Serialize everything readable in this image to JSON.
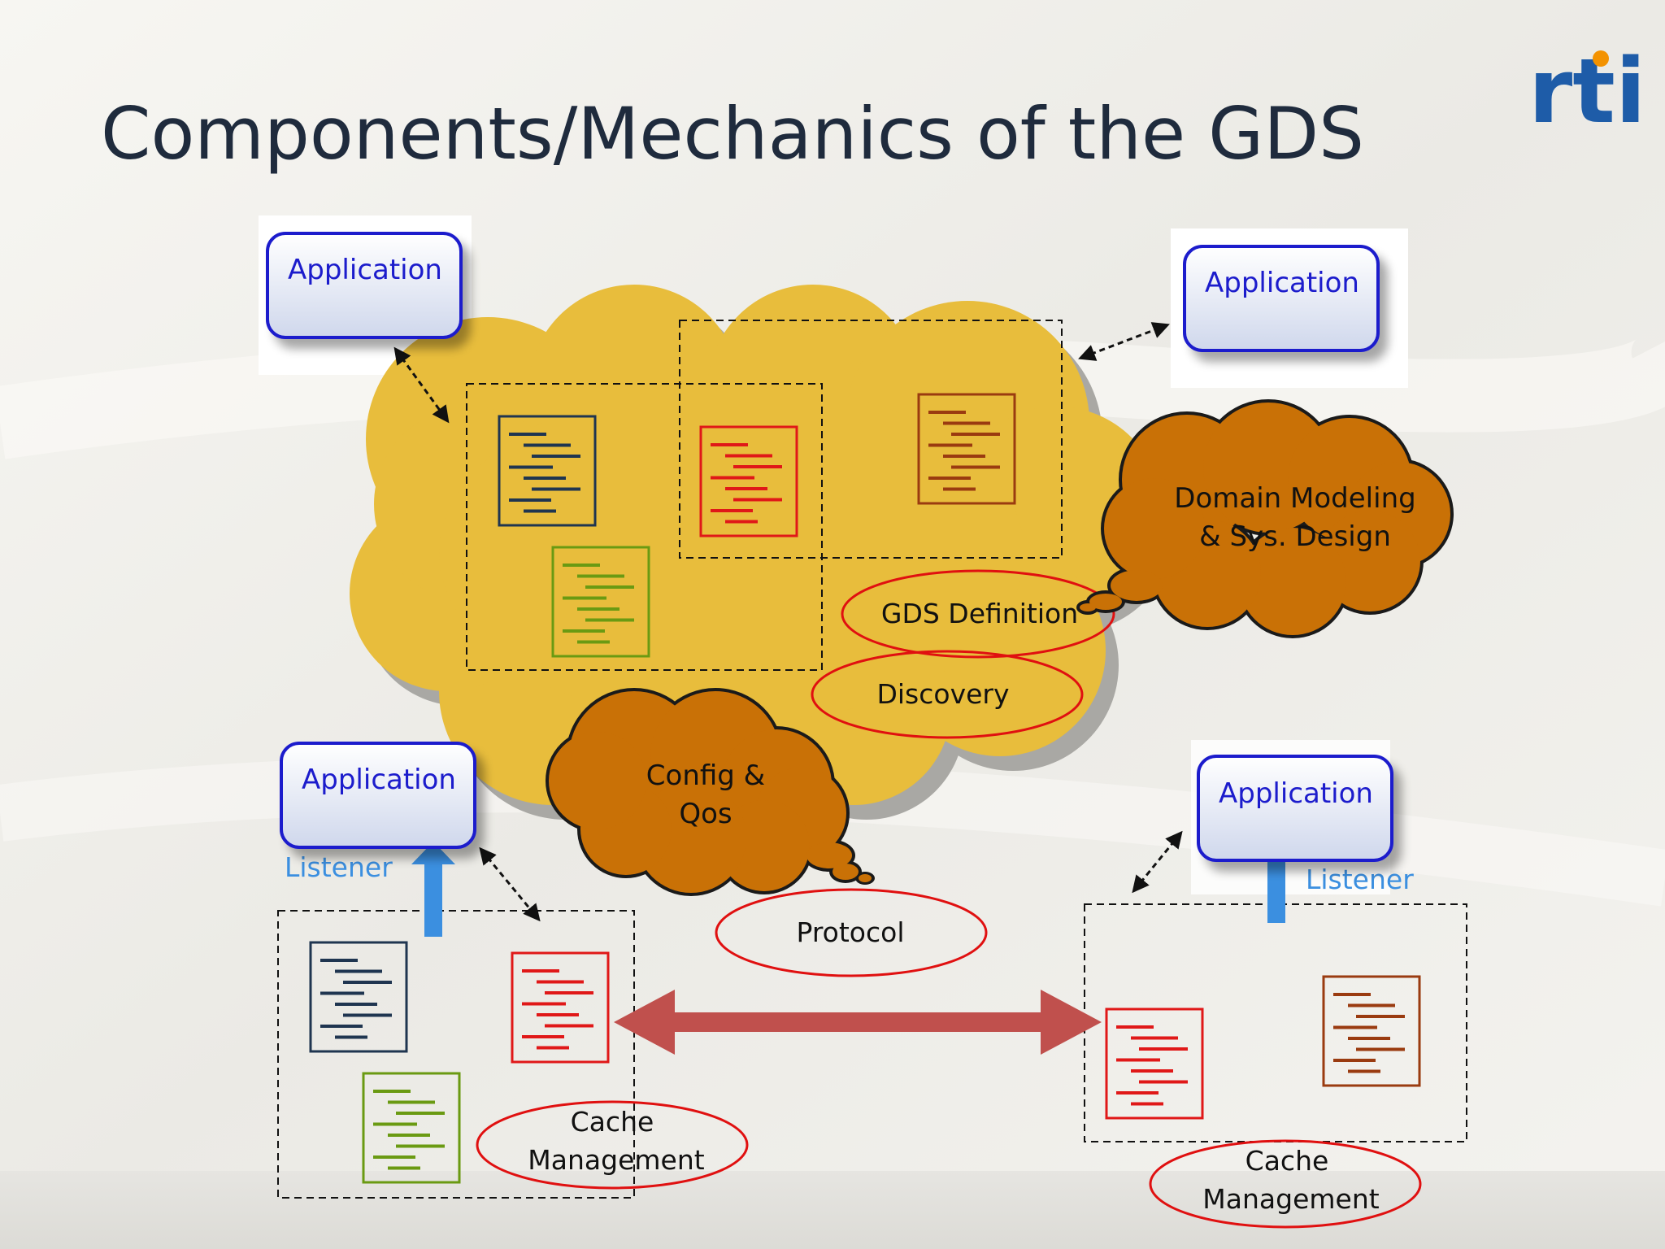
{
  "slide": {
    "title": "Components/Mechanics of the GDS",
    "logo_text": "rti"
  },
  "applications": [
    {
      "label": "Application"
    },
    {
      "label": "Application"
    },
    {
      "label": "Application"
    },
    {
      "label": "Application"
    }
  ],
  "listeners": [
    {
      "label": "Listener"
    },
    {
      "label": "Listener"
    }
  ],
  "thought_clouds": {
    "domain_modeling": [
      "Domain Modeling",
      "& Sys. Design"
    ],
    "config_qos": [
      "Config &",
      "Qos"
    ]
  },
  "ellipses": {
    "gds_definition": "GDS Definition",
    "discovery": "Discovery",
    "protocol": "Protocol",
    "cache_left": [
      "Cache",
      "Management"
    ],
    "cache_right": [
      "Cache",
      "Management"
    ]
  },
  "colors": {
    "title": "#1f2b3d",
    "app_border": "#1a1acc",
    "app_text": "#1a1acc",
    "listener": "#3b8fe0",
    "gds_cloud": "#e8bd3c",
    "thought_cloud": "#c97106",
    "ellipse_stroke": "#e01010",
    "doc_navy": "#1f3550",
    "doc_red": "#e01818",
    "doc_green": "#6a9a12",
    "doc_brown": "#9a3b10",
    "protocol_arrow": "#c0504d",
    "logo_blue": "#1e5ca8",
    "logo_orange": "#f39200"
  }
}
